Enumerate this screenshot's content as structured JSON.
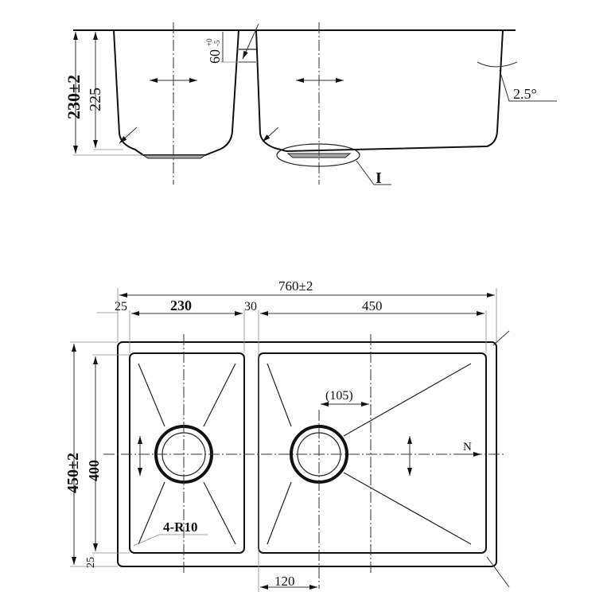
{
  "side_view": {
    "height_total": "230±2",
    "height_inner": "225",
    "divider_depth": "60",
    "divider_tolerance_upper": "+0",
    "divider_tolerance_lower": "-5",
    "wall_angle": "2.5°",
    "detail_label": "I"
  },
  "top_view": {
    "overall_width": "760±2",
    "left_margin": "25",
    "left_bowl_width": "230",
    "divider_width": "30",
    "right_bowl_width": "450",
    "overall_depth": "450±2",
    "bowl_depth": "400",
    "bottom_margin": "25",
    "drain_offset": "(105)",
    "drain_from_divider": "120",
    "corner_radius": "4-R10",
    "direction_label": "N"
  }
}
